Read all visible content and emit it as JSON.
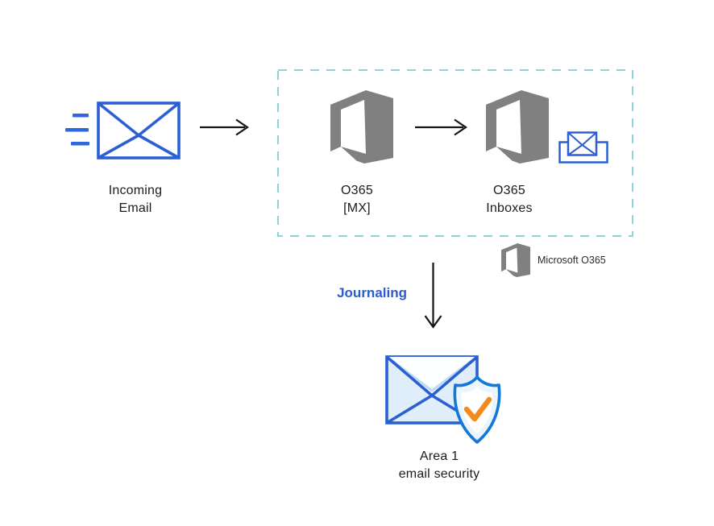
{
  "title": "Incoming email journaling flow diagram",
  "colors": {
    "envelope_blue": "#2B5FD3",
    "speed_line_blue": "#2E66DE",
    "teal_dashed_border": "#8FD2DA",
    "office_gray": "#808080",
    "journaling_blue": "#2C5BD0",
    "shield_blue": "#1478D8",
    "check_orange": "#F28A1E",
    "light_blue_fill": "#DFEEF8",
    "arrow_black": "#141414",
    "text_black": "#1B1B1B"
  },
  "nodes": {
    "incoming_email": {
      "lines": [
        "Incoming",
        "Email"
      ]
    },
    "o365_mx": {
      "lines": [
        "O365",
        "[MX]"
      ]
    },
    "o365_inboxes": {
      "lines": [
        "O365",
        "Inboxes"
      ]
    },
    "area1": {
      "lines": [
        "Area 1",
        "email security"
      ]
    }
  },
  "flow_labels": {
    "journaling": "Journaling"
  },
  "legend": {
    "microsoft_o365": "Microsoft O365"
  },
  "icons": [
    "speed-lines-icon",
    "envelope-icon",
    "arrow-right-icon",
    "office-logo-icon",
    "inbox-icon",
    "arrow-down-icon",
    "envelope-shield-icon",
    "shield-check-icon"
  ]
}
